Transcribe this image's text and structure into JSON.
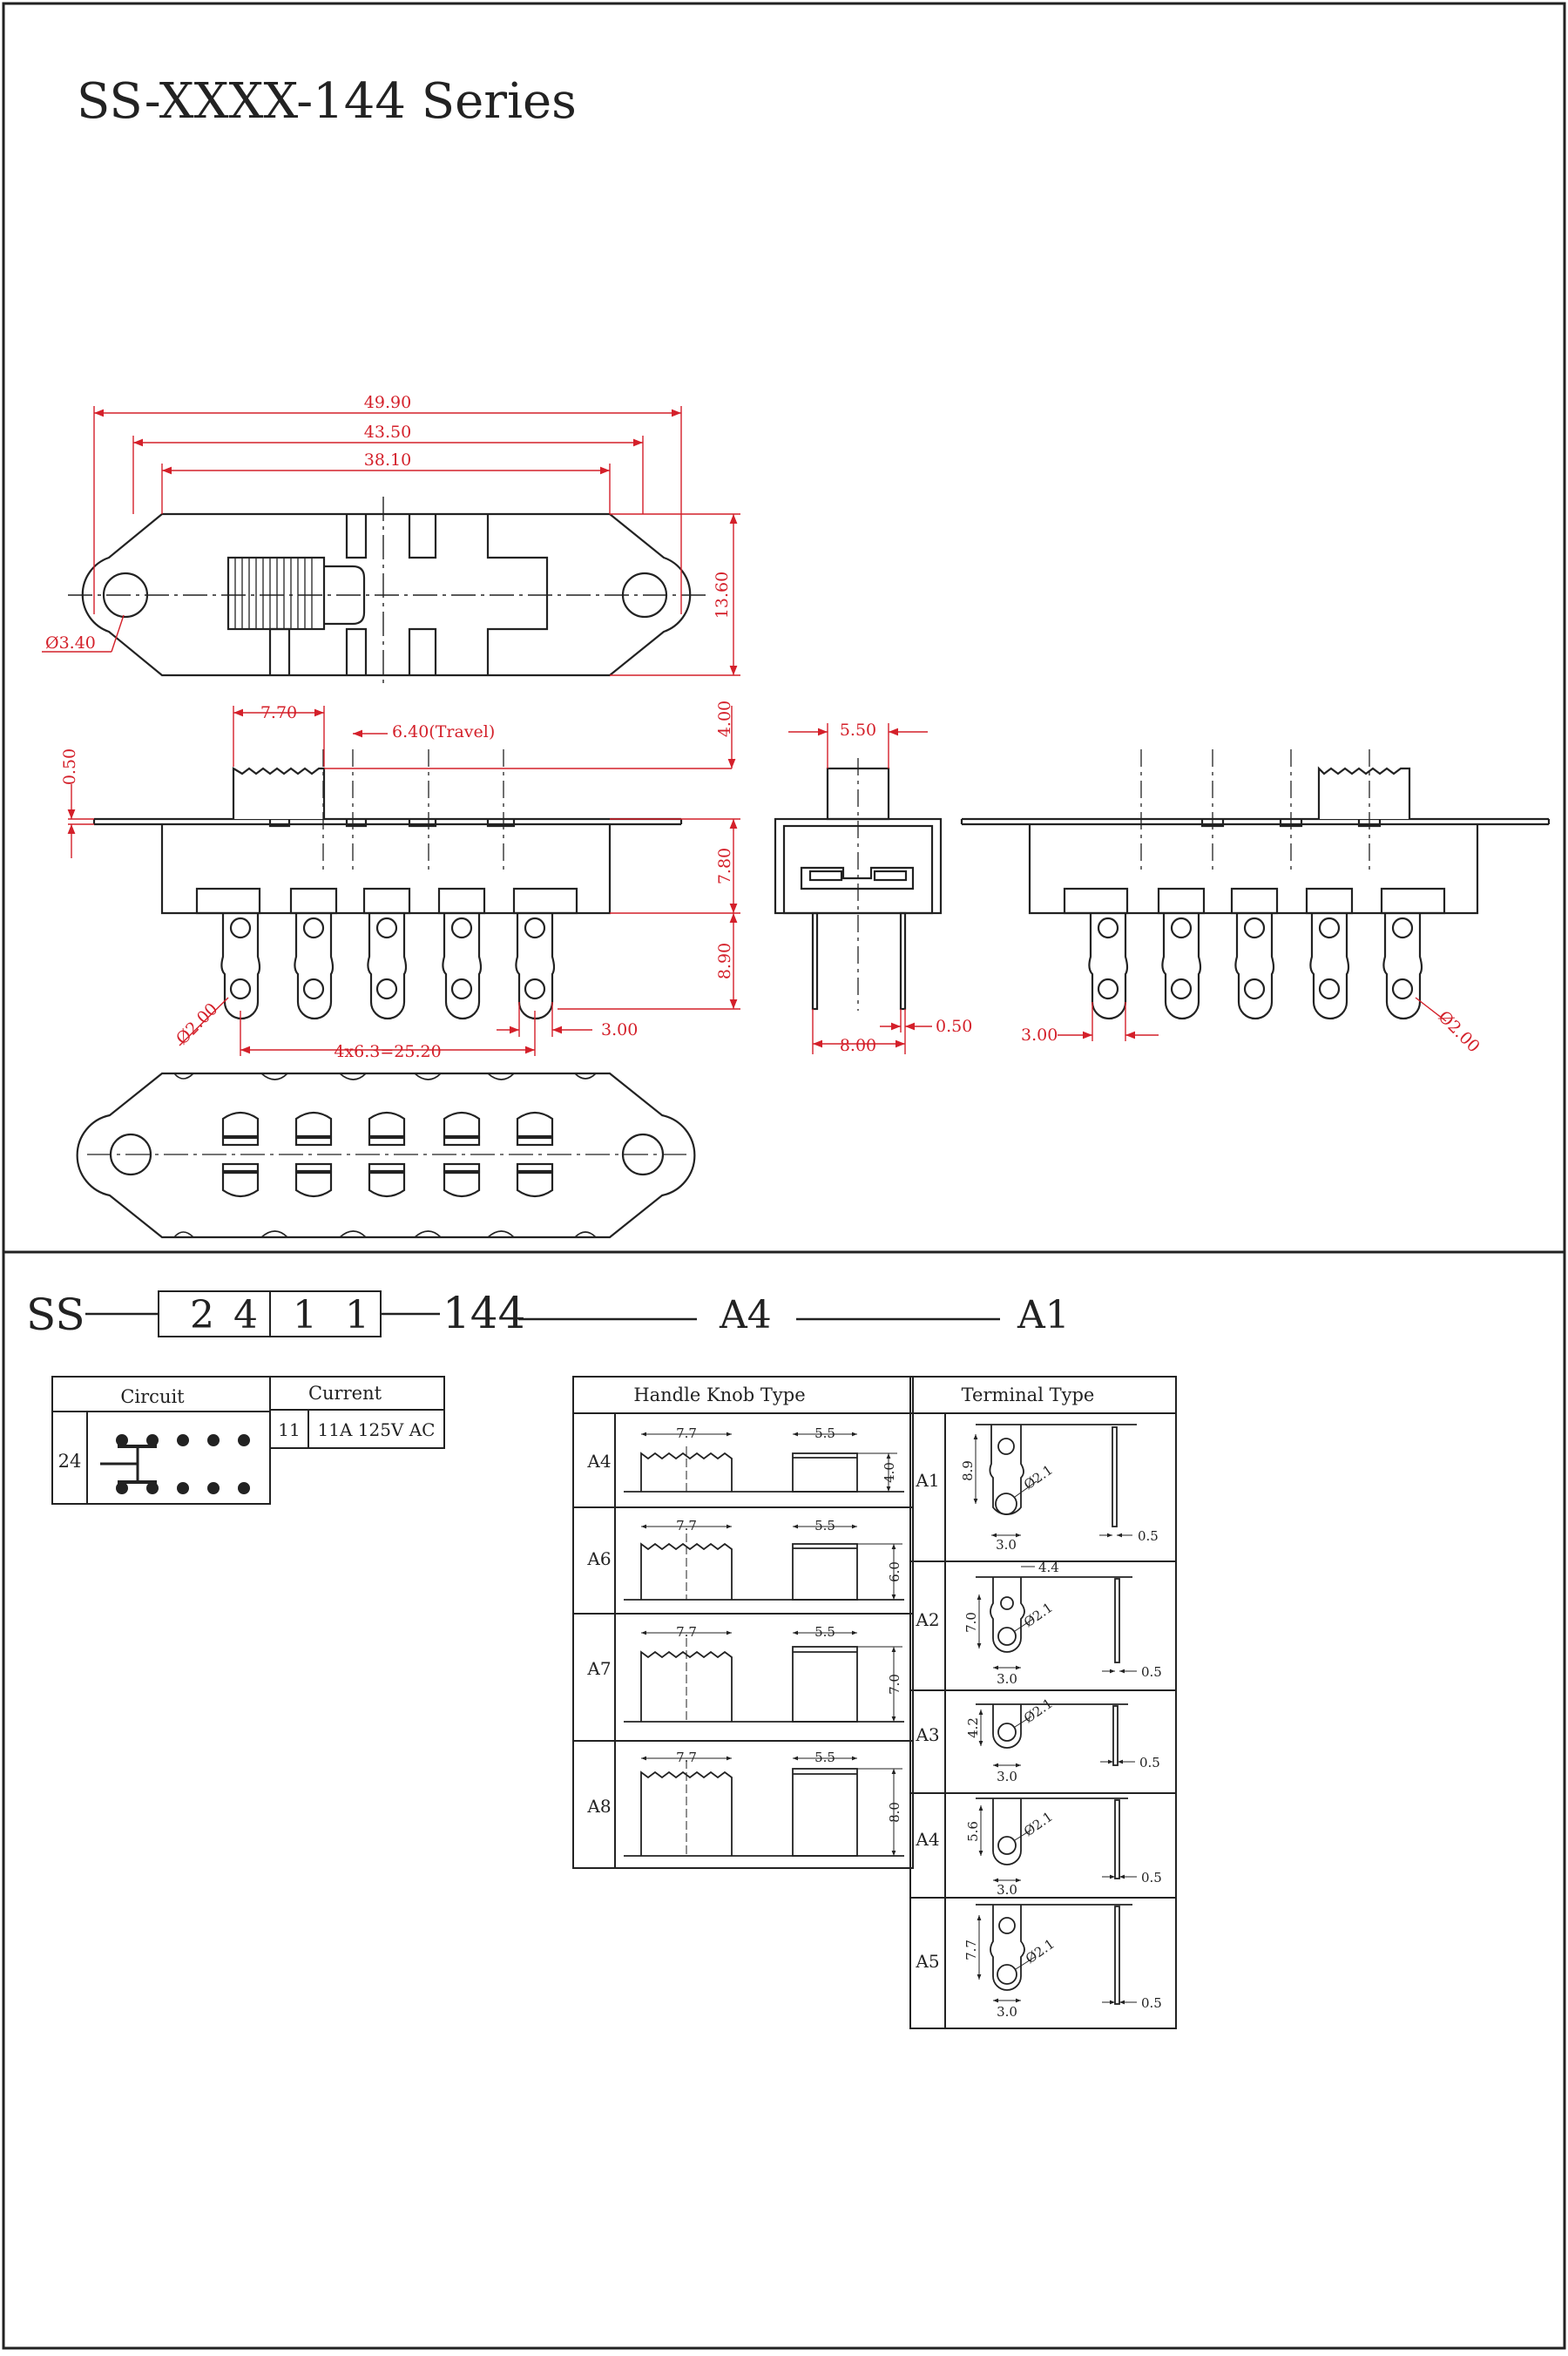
{
  "title": "SS-XXXX-144 Series",
  "top_view": {
    "dims": [
      "49.90",
      "43.50",
      "38.10",
      "13.60"
    ],
    "hole": "Ø3.40"
  },
  "front_view": {
    "knob_width": "7.70",
    "travel": "6.40(Travel)",
    "knob_height": "4.00",
    "plate": "0.50",
    "body_height": "7.80",
    "pin_length": "8.90",
    "pitch": "4x6.3=25.20",
    "pin_width": "3.00",
    "hole_dia": "Ø2.00"
  },
  "side_view": {
    "knob_width": "5.50",
    "pin_span": "8.00",
    "pin_thick": "0.50"
  },
  "rear_view": {
    "pin_width": "3.00",
    "hole_dia": "Ø2.00"
  },
  "part_code": {
    "prefix": "SS",
    "digits": [
      "2",
      "4",
      "1",
      "1"
    ],
    "series": "144",
    "knob": "A4",
    "terminal": "A1"
  },
  "circuit_table": {
    "header": "Circuit",
    "code": "24"
  },
  "current_table": {
    "header": "Current",
    "code": "11",
    "value": "11A 125V AC"
  },
  "knob_table": {
    "header": "Handle Knob Type",
    "width_a": "7.7",
    "width_b": "5.5",
    "rows": [
      {
        "code": "A4",
        "height": "4.0"
      },
      {
        "code": "A6",
        "height": "6.0"
      },
      {
        "code": "A7",
        "height": "7.0"
      },
      {
        "code": "A8",
        "height": "8.0"
      }
    ]
  },
  "terminal_table": {
    "header": "Terminal Type",
    "hole": "Ø2.1",
    "width": "3.0",
    "thick": "0.5",
    "rows": [
      {
        "code": "A1",
        "length": "8.9",
        "extra": ""
      },
      {
        "code": "A2",
        "length": "7.0",
        "extra": "4.4"
      },
      {
        "code": "A3",
        "length": "4.2",
        "extra": ""
      },
      {
        "code": "A4",
        "length": "5.6",
        "extra": ""
      },
      {
        "code": "A5",
        "length": "7.7",
        "extra": ""
      }
    ]
  }
}
